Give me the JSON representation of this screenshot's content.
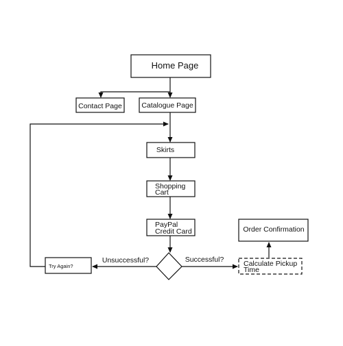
{
  "nodes": {
    "home": "Home Page",
    "contact": "Contact Page",
    "catalogue": "Catalogue Page",
    "skirts": "Skirts",
    "cart_line1": "Shopping",
    "cart_line2": "Cart",
    "paypal_line1": "PayPal",
    "paypal_line2": "Credit Card",
    "try_again": "Try Again?",
    "order_confirmation": "Order Confirmation",
    "pickup_line1": "Calculate Pickup",
    "pickup_line2": "Time"
  },
  "edges": {
    "unsuccessful": "Unsuccessful?",
    "successful": "Successful?"
  }
}
